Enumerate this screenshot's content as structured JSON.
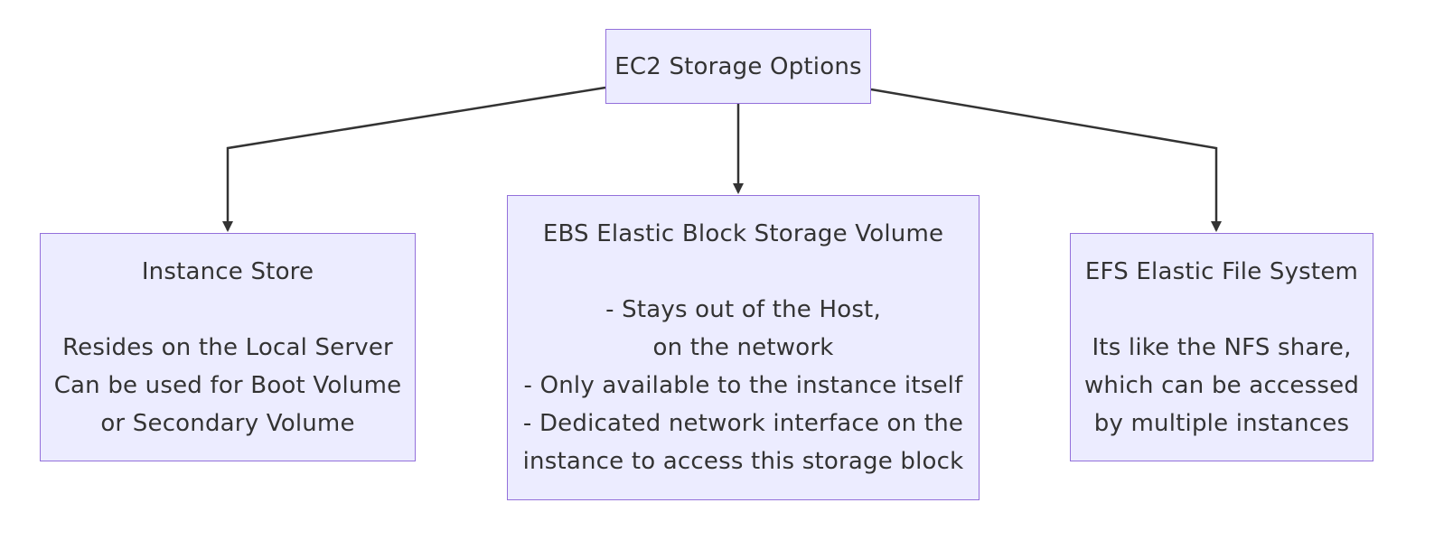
{
  "diagram": {
    "root": {
      "lines": [
        "EC2 Storage Options"
      ]
    },
    "instance_store": {
      "lines": [
        "Instance Store",
        "",
        "Resides on the Local Server",
        "Can be used for Boot Volume",
        "or Secondary Volume"
      ]
    },
    "ebs": {
      "lines": [
        "EBS Elastic Block Storage Volume",
        "",
        "- Stays out of the Host,",
        "on the network",
        "- Only available to the instance itself",
        "- Dedicated network interface on the",
        "instance to access this storage block"
      ]
    },
    "efs": {
      "lines": [
        "EFS Elastic File System",
        "",
        "Its like the NFS share,",
        "which can be accessed",
        "by multiple instances"
      ]
    },
    "colors": {
      "node_fill": "#ececff",
      "node_border": "#9370db",
      "edge": "#333333",
      "text": "#333333"
    }
  }
}
